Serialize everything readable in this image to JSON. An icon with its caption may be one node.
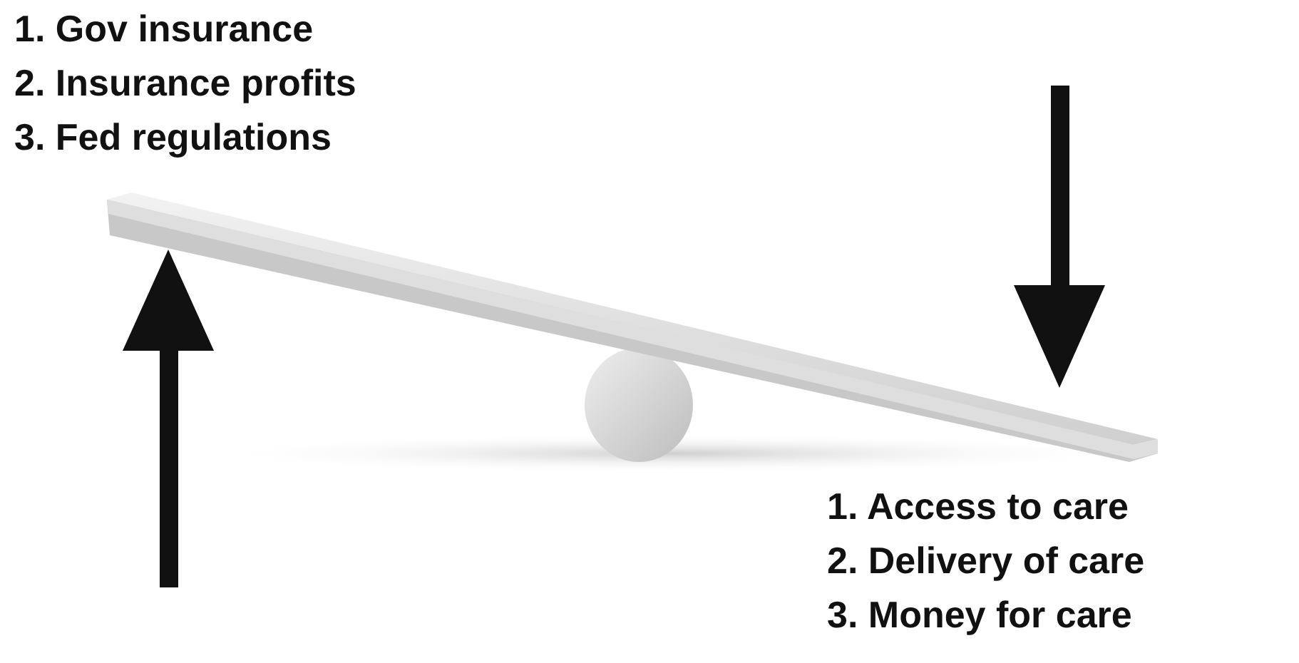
{
  "diagram": {
    "labels": [
      "1. Gov insurance",
      "2. Insurance profits",
      "3. Fed regulations",
      "1. Access to care",
      "2. Delivery of care",
      "3. Money for care"
    ]
  }
}
